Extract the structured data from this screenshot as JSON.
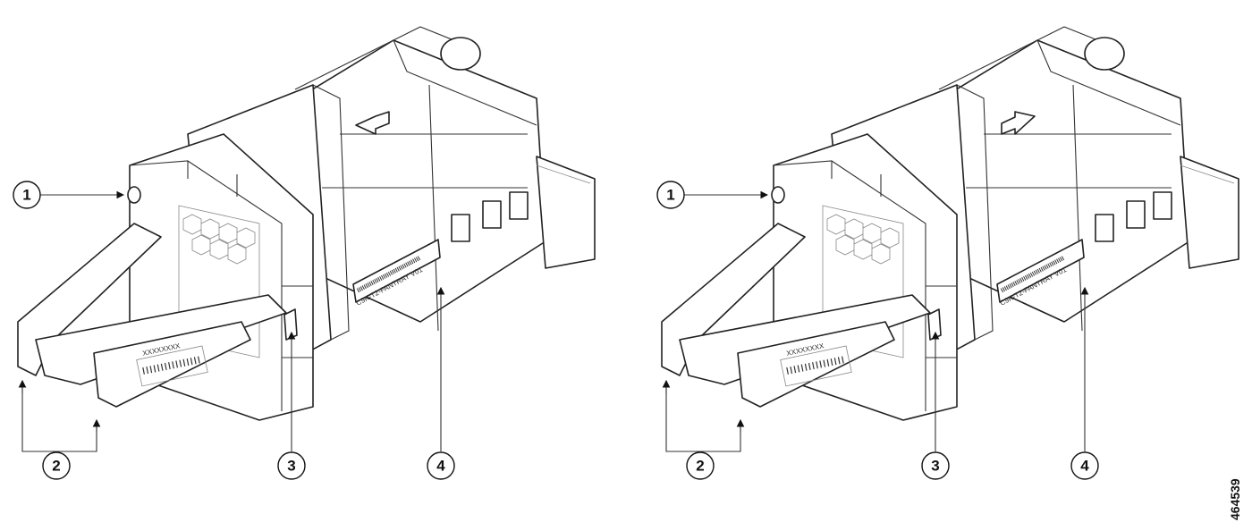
{
  "figure_id": "464539",
  "label_text": "C9K-T2-FANTRAY V01",
  "handle_text": "XXXXXXXX",
  "trays": [
    {
      "name": "left",
      "airflow": "left",
      "callouts": [
        "1",
        "2",
        "3",
        "4"
      ]
    },
    {
      "name": "right",
      "airflow": "right",
      "callouts": [
        "1",
        "2",
        "3",
        "4"
      ]
    }
  ],
  "colors": {
    "line": "#222222",
    "background": "#ffffff"
  }
}
